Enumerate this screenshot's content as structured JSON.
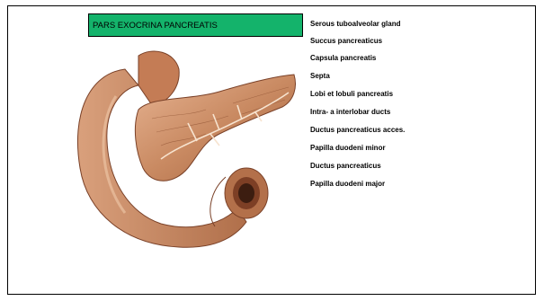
{
  "slide": {
    "title": "PARS EXOCRINA PANCREATIS",
    "title_bg": "#14b36b",
    "labels": [
      "Serous tuboalveolar gland",
      "Succus pancreaticus",
      "Capsula pancreatis",
      "Septa",
      "Lobi et lobuli pancreatis",
      "Intra- a interlobar ducts",
      "Ductus pancreaticus acces.",
      "Papilla duodeni minor",
      "Ductus pancreaticus",
      "Papilla duodeni major"
    ]
  }
}
